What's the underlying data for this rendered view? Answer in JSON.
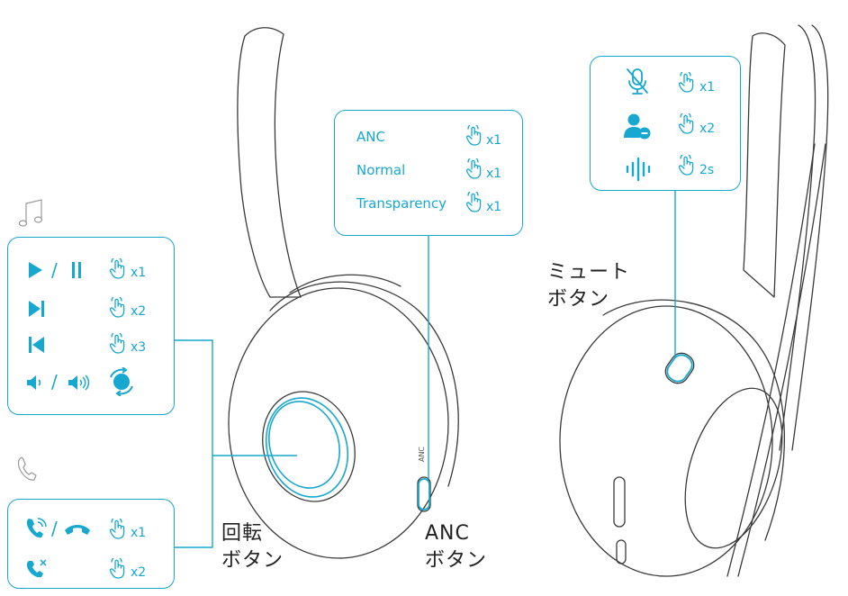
{
  "anc_panel": {
    "rows": [
      {
        "label": "ANC",
        "count": "x1"
      },
      {
        "label": "Normal",
        "count": "x1"
      },
      {
        "label": "Transparency",
        "count": "x1"
      }
    ]
  },
  "mute_panel": {
    "rows": [
      {
        "icon": "mic-mute-icon",
        "count": "x1"
      },
      {
        "icon": "user-remove-icon",
        "count": "x2"
      },
      {
        "icon": "voice-wave-icon",
        "count": "2s"
      }
    ]
  },
  "music_panel": {
    "header_icon": "music-note-icon",
    "rows": [
      {
        "icon": "play-pause-icon",
        "separator": "/",
        "count": "x1"
      },
      {
        "icon": "next-track-icon",
        "count": "x2"
      },
      {
        "icon": "previous-track-icon",
        "count": "x3"
      },
      {
        "icon": "volume-icon",
        "separator": "/",
        "action_icon": "rotate-knob-icon"
      }
    ]
  },
  "call_panel": {
    "header_icon": "phone-icon",
    "rows": [
      {
        "icon": "answer-end-call-icon",
        "separator": "/",
        "count": "x1"
      },
      {
        "icon": "reject-call-icon",
        "count": "x2"
      }
    ]
  },
  "captions": {
    "mute_button": {
      "line1": "ミュート",
      "line2": "ボタン"
    },
    "rotary_button": {
      "line1": "回転",
      "line2": "ボタン"
    },
    "anc_button": {
      "line1": "ANC",
      "line2": "ボタン"
    }
  },
  "device_labels": {
    "anc_side": "ANC"
  },
  "colors": {
    "accent": "#17a8cf",
    "outline": "#333333",
    "caption": "#222222"
  }
}
